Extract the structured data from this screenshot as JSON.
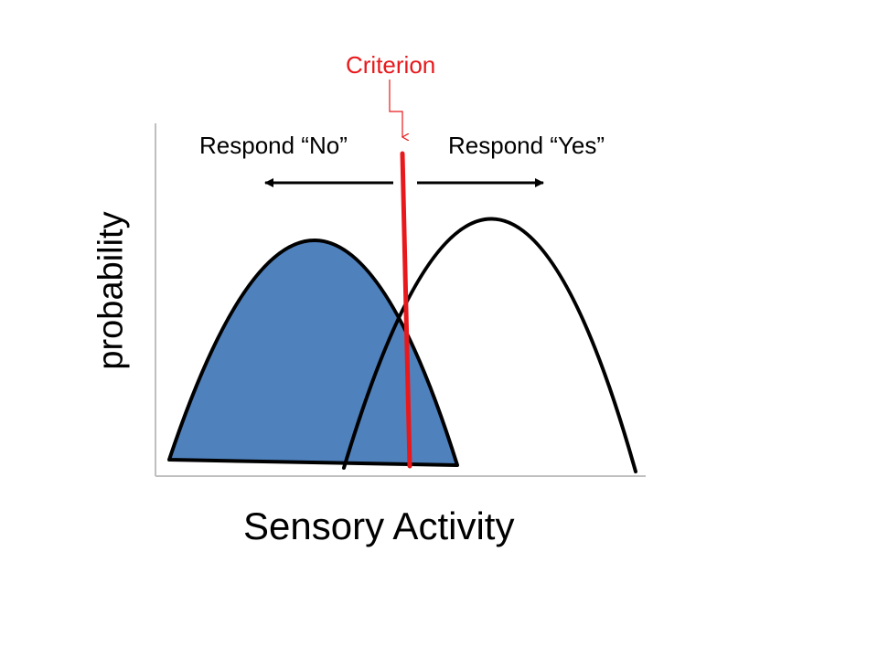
{
  "labels": {
    "criterion": "Criterion",
    "respond_no": "Respond “No”",
    "respond_yes": "Respond “Yes”",
    "y_axis": "probability",
    "x_axis": "Sensory Activity"
  },
  "colors": {
    "fill_noise": "#4f81bd",
    "criterion": "#e8191c",
    "stroke": "#000000"
  }
}
